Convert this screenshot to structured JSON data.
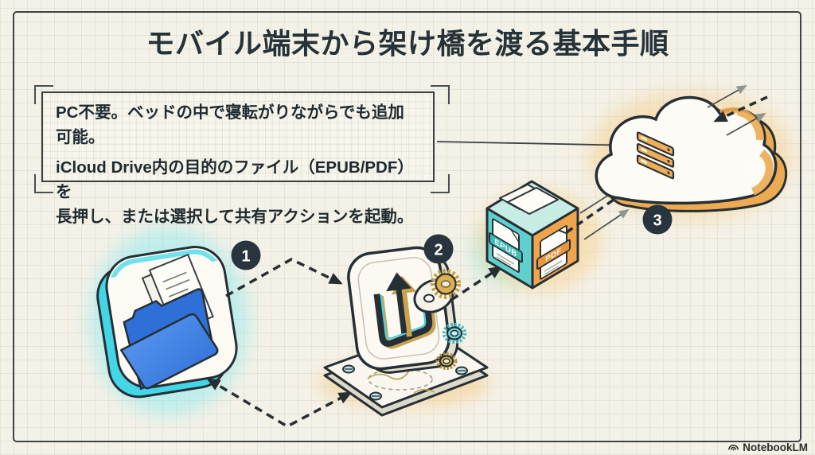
{
  "title": "モバイル端末から架け橋を渡る基本手順",
  "note_box": {
    "line1": "PC不要。ベッドの中で寝転がりながらでも追加可能。",
    "line2": "iCloud Drive内の目的のファイル（EPUB/PDF）を",
    "line3": "長押し、または選択して共有アクションを起動。"
  },
  "steps": [
    {
      "number": "1",
      "icon": "files-folder-icon"
    },
    {
      "number": "2",
      "icon": "share-export-machine-icon"
    },
    {
      "number": "3",
      "icon": "cloud-server-icon"
    }
  ],
  "cube_labels": {
    "epub": "EPUB",
    "pdf": "PDF"
  },
  "watermark": {
    "label": "NotebookLM"
  },
  "colors": {
    "background": "#f4f1e7",
    "frame_border": "#3e4245",
    "text": "#253238",
    "badge": "#28343e",
    "cyan_accent": "#43d6e6",
    "folder_blue": "#2f6fd8",
    "cube_teal": "#5fd0cd",
    "cube_orange": "#f0a54d",
    "cloud_orange": "#ecab52",
    "gold": "#cfa64b"
  }
}
